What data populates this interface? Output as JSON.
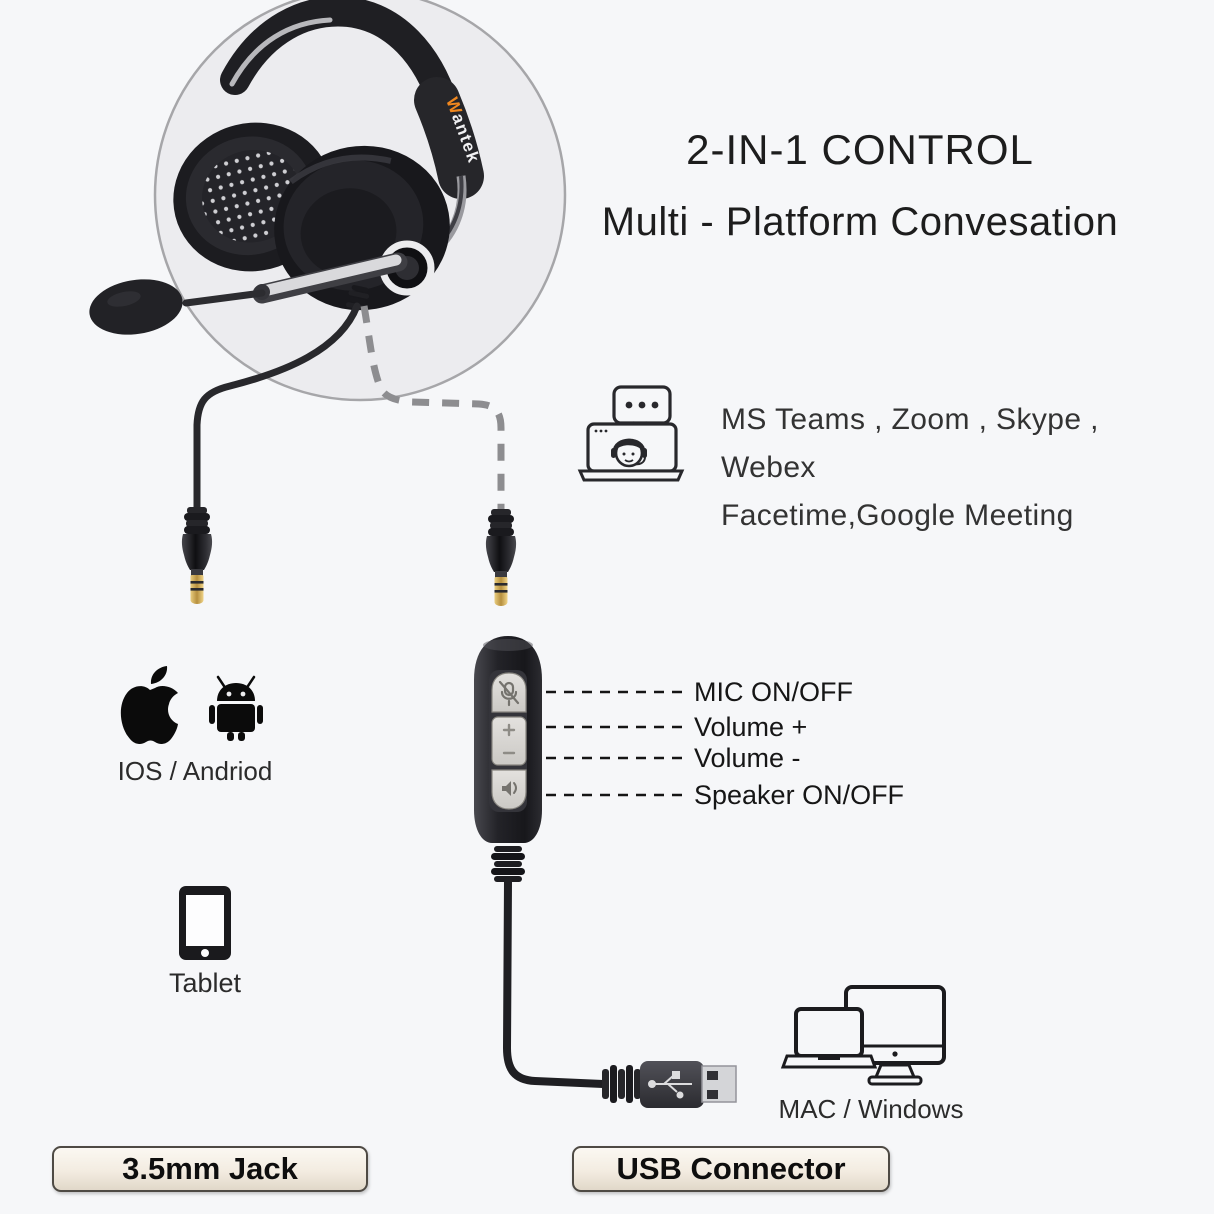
{
  "page": {
    "background": "#f6f7f9"
  },
  "brand": {
    "logo_w": "W",
    "logo_rest": "antek",
    "logo_w_color": "#f0871e"
  },
  "header": {
    "title": "2-IN-1 CONTROL",
    "subtitle": "Multi - Platform Convesation"
  },
  "platforms": {
    "line1": "MS Teams , Zoom , Skype , Webex",
    "line2": "Facetime,Google Meeting"
  },
  "remote": {
    "labels": [
      "MIC ON/OFF",
      "Volume +",
      "Volume -",
      "Speaker ON/OFF"
    ]
  },
  "compatibility": {
    "mobile": "IOS / Andriod",
    "tablet": "Tablet",
    "computer": "MAC / Windows"
  },
  "connectors": {
    "jack": "3.5mm Jack",
    "usb": "USB Connector"
  },
  "icons": {
    "video_call": "laptop-video-chat-icon",
    "mobile": [
      "apple-logo-icon",
      "android-robot-icon"
    ],
    "tablet": "tablet-icon",
    "computer": "laptop-and-monitor-icon",
    "remote_buttons": [
      "mic-mute",
      "volume-up",
      "volume-down",
      "speaker"
    ]
  },
  "colors": {
    "accent_orange": "#f0871e",
    "dash_gray": "#8d8d90",
    "tag_bg": "#f3ece1",
    "circle_fill": "#ececef"
  }
}
